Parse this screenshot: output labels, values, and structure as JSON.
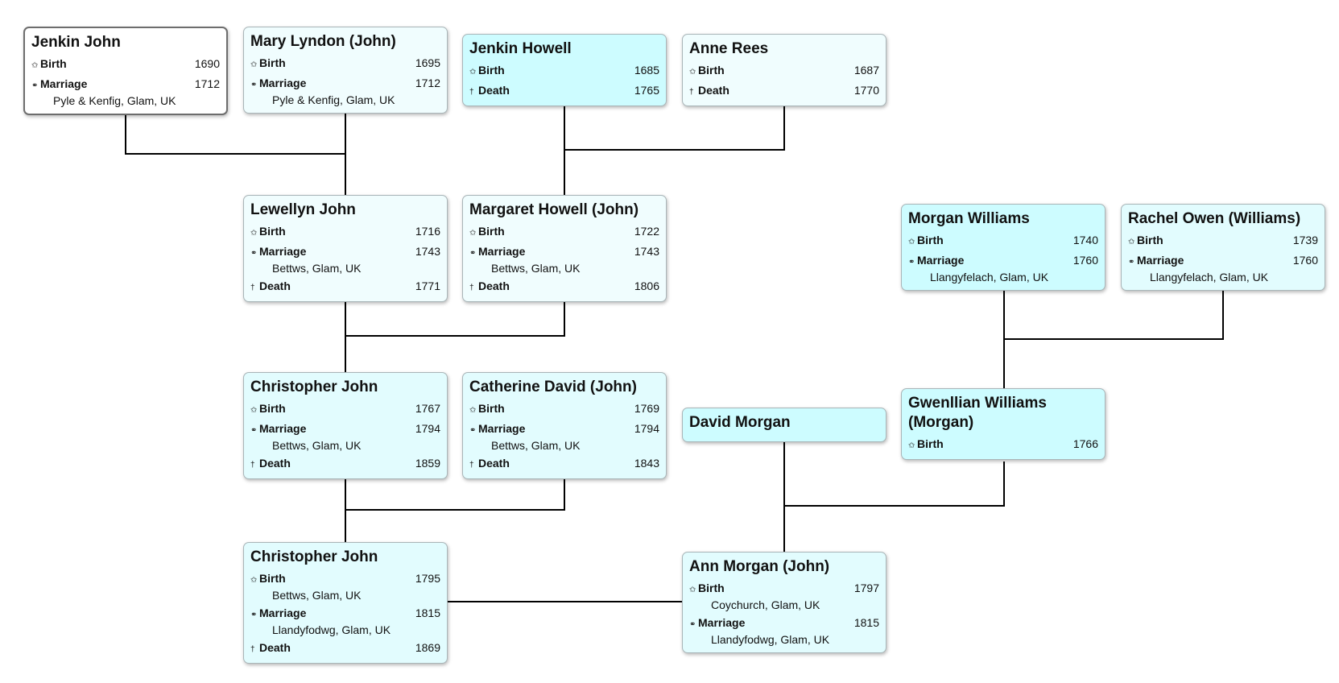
{
  "labels": {
    "birth": "Birth",
    "marriage": "Marriage",
    "death": "Death"
  },
  "icons": {
    "birth": "star-icon",
    "marriage": "rings-icon",
    "death": "cross-icon"
  },
  "colors": {
    "card_fill": "#defdff",
    "root_card_fill": "#ffffff",
    "line": "#000000"
  },
  "people": [
    {
      "id": "jenkin_john",
      "name": "Jenkin John",
      "events": [
        {
          "type": "birth",
          "year": "1690"
        },
        {
          "type": "marriage",
          "year": "1712",
          "place": "Pyle & Kenfig, Glam, UK"
        }
      ]
    },
    {
      "id": "mary_lyndon",
      "name": "Mary Lyndon (John)",
      "events": [
        {
          "type": "birth",
          "year": "1695"
        },
        {
          "type": "marriage",
          "year": "1712",
          "place": "Pyle & Kenfig, Glam, UK"
        }
      ]
    },
    {
      "id": "jenkin_howell",
      "name": "Jenkin Howell",
      "events": [
        {
          "type": "birth",
          "year": "1685"
        },
        {
          "type": "death",
          "year": "1765"
        }
      ]
    },
    {
      "id": "anne_rees",
      "name": "Anne Rees",
      "events": [
        {
          "type": "birth",
          "year": "1687"
        },
        {
          "type": "death",
          "year": "1770"
        }
      ]
    },
    {
      "id": "lewellyn_john",
      "name": "Lewellyn John",
      "events": [
        {
          "type": "birth",
          "year": "1716"
        },
        {
          "type": "marriage",
          "year": "1743",
          "place": "Bettws, Glam, UK"
        },
        {
          "type": "death",
          "year": "1771"
        }
      ]
    },
    {
      "id": "margaret_howell",
      "name": "Margaret Howell (John)",
      "events": [
        {
          "type": "birth",
          "year": "1722"
        },
        {
          "type": "marriage",
          "year": "1743",
          "place": "Bettws, Glam, UK"
        },
        {
          "type": "death",
          "year": "1806"
        }
      ]
    },
    {
      "id": "morgan_williams",
      "name": "Morgan Williams",
      "events": [
        {
          "type": "birth",
          "year": "1740"
        },
        {
          "type": "marriage",
          "year": "1760",
          "place": "Llangyfelach, Glam, UK"
        }
      ]
    },
    {
      "id": "rachel_owen",
      "name": "Rachel Owen (Williams)",
      "events": [
        {
          "type": "birth",
          "year": "1739"
        },
        {
          "type": "marriage",
          "year": "1760",
          "place": "Llangyfelach, Glam, UK"
        }
      ]
    },
    {
      "id": "christopher_john_1767",
      "name": "Christopher John",
      "events": [
        {
          "type": "birth",
          "year": "1767"
        },
        {
          "type": "marriage",
          "year": "1794",
          "place": "Bettws, Glam, UK"
        },
        {
          "type": "death",
          "year": "1859"
        }
      ]
    },
    {
      "id": "catherine_david",
      "name": "Catherine David (John)",
      "events": [
        {
          "type": "birth",
          "year": "1769"
        },
        {
          "type": "marriage",
          "year": "1794",
          "place": "Bettws, Glam, UK"
        },
        {
          "type": "death",
          "year": "1843"
        }
      ]
    },
    {
      "id": "david_morgan",
      "name": "David Morgan",
      "events": []
    },
    {
      "id": "gwenllian_williams",
      "name": "Gwenllian Williams (Morgan)",
      "events": [
        {
          "type": "birth",
          "year": "1766"
        }
      ]
    },
    {
      "id": "christopher_john_1795",
      "name": "Christopher John",
      "events": [
        {
          "type": "birth",
          "year": "1795",
          "place": "Bettws, Glam, UK"
        },
        {
          "type": "marriage",
          "year": "1815",
          "place": "Llandyfodwg, Glam, UK"
        },
        {
          "type": "death",
          "year": "1869"
        }
      ]
    },
    {
      "id": "ann_morgan",
      "name": "Ann Morgan (John)",
      "events": [
        {
          "type": "birth",
          "year": "1797",
          "place": "Coychurch, Glam, UK"
        },
        {
          "type": "marriage",
          "year": "1815",
          "place": "Llandyfodwg, Glam, UK"
        }
      ]
    }
  ]
}
